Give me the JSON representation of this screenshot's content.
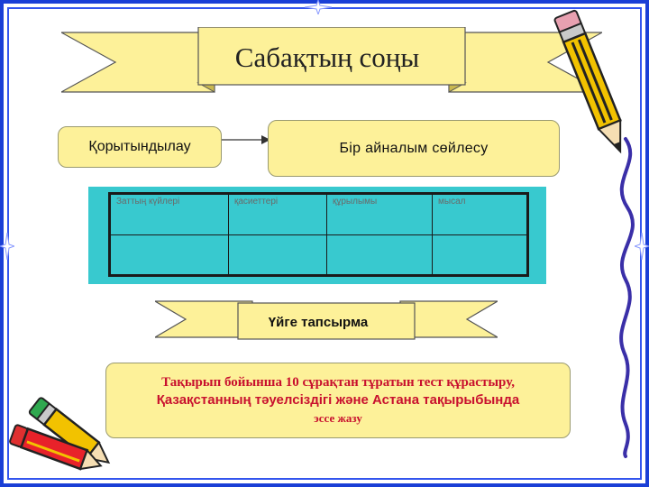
{
  "title": "Сабақтың соңы",
  "summary_label": "Қорытындылау",
  "round_talk_label": "Бір айналым сөйлесу",
  "table": {
    "headers": [
      "Заттың күйлері",
      "қасиеттері",
      "құрылымы",
      "мысал"
    ],
    "rows": [
      [
        "",
        "",
        "",
        ""
      ]
    ]
  },
  "homework_label": "Үйге тапсырма",
  "homework_task": {
    "line1": "Тақырып бойынша 10 сұрақтан тұратын тест құрастыру,",
    "line2": "Қазақстанның тәуелсіздігі және Астана тақырыбында",
    "line3": "эссе жазу"
  },
  "colors": {
    "frame": "#1a3fd6",
    "ribbon": "#fdf199",
    "table_background": "#38c9cf",
    "task_text": "#c8102e"
  }
}
